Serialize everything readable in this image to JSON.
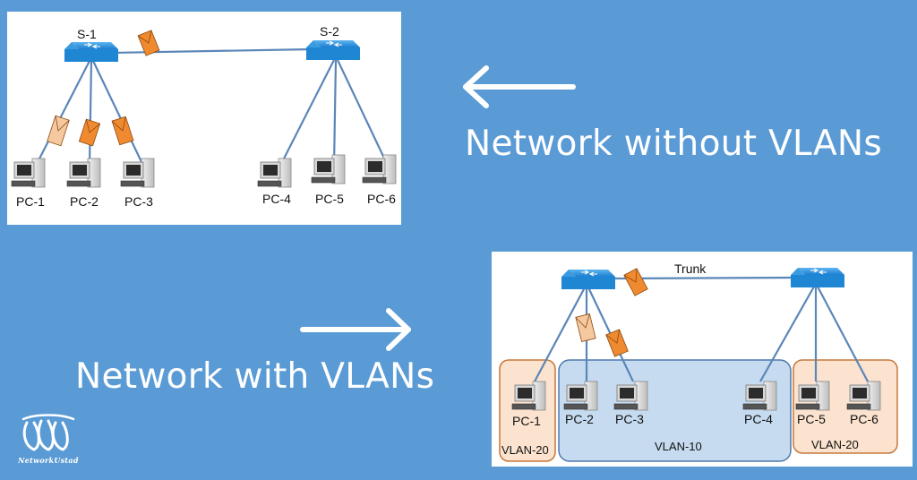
{
  "captions": {
    "without": "Network without VLANs",
    "with": "Network with VLANs"
  },
  "diagram_top": {
    "switches": [
      "S-1",
      "S-2"
    ],
    "pcs": [
      "PC-1",
      "PC-2",
      "PC-3",
      "PC-4",
      "PC-5",
      "PC-6"
    ]
  },
  "diagram_bottom": {
    "trunk_label": "Trunk",
    "pcs": [
      "PC-1",
      "PC-2",
      "PC-3",
      "PC-4",
      "PC-5",
      "PC-6"
    ],
    "vlans": [
      "VLAN-20",
      "VLAN-10",
      "VLAN-20"
    ]
  },
  "logo": {
    "text": "NetworkUstad"
  },
  "colors": {
    "background": "#5b9bd5",
    "switch": "#1e88d8",
    "link": "#5b86b8",
    "frame_orange": "#f08a30",
    "frame_light": "#f5c8a0",
    "vlan20_fill": "#fbe3cf",
    "vlan20_border": "#c7783a",
    "vlan10_fill": "#c6dbef",
    "vlan10_border": "#4f78ad"
  }
}
